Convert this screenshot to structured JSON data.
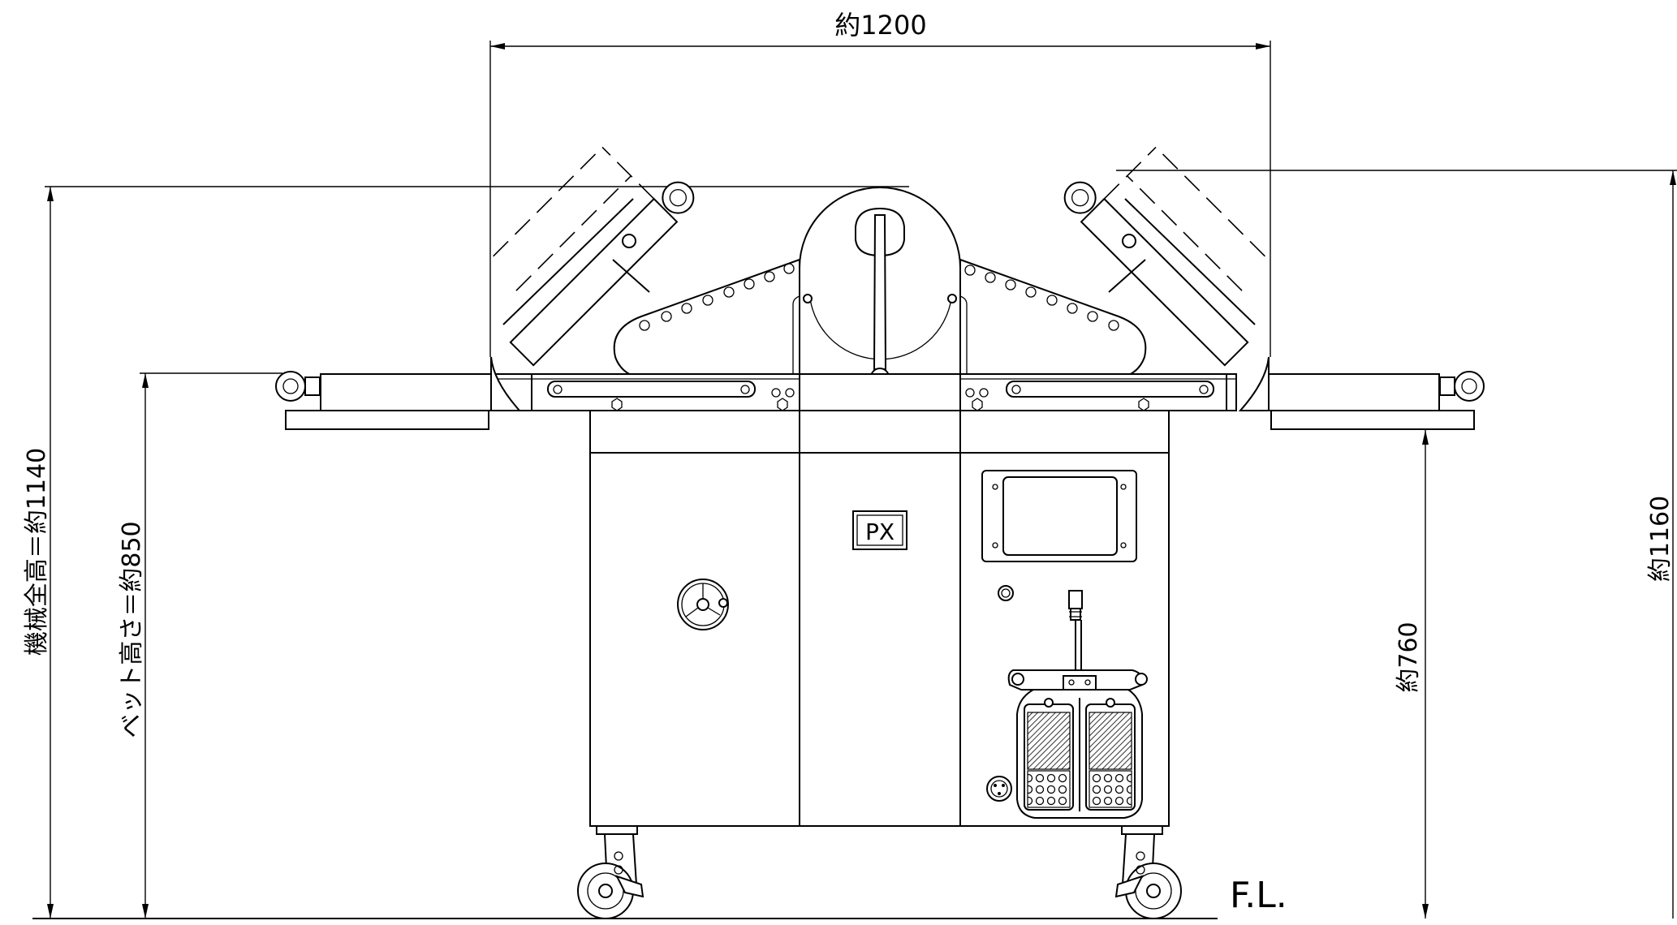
{
  "dimensions": {
    "width_top": "約1200",
    "overall_height": "機械全高＝約1140",
    "bed_height": "ベット高さ＝約850",
    "table_height": "約760",
    "raised_height": "約1160"
  },
  "labels": {
    "floor_line": "F.L.",
    "logo": "PX"
  }
}
